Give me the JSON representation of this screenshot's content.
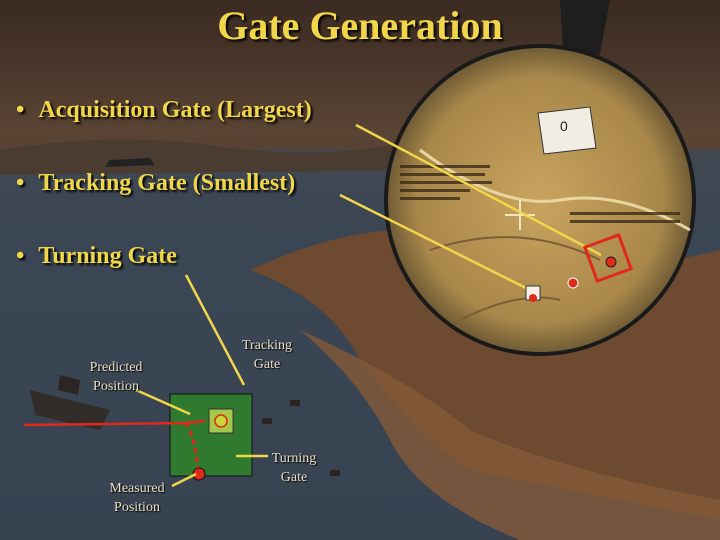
{
  "slide": {
    "title": "Gate Generation",
    "bullets": [
      "Acquisition Gate (Largest)",
      "Tracking Gate (Smallest)",
      "Turning Gate"
    ],
    "labels": {
      "predicted_position": "Predicted Position",
      "tracking_gate": "Tracking Gate",
      "measured_position": "Measured Position",
      "turning_gate": "Turning Gate"
    },
    "scope_readout": "0",
    "colors": {
      "title": "#f2d64a",
      "callout_line": "#f2d64a",
      "gate": "#e0281b",
      "gate_box": "#3aa33a"
    },
    "background": "painted coastal battle scene with magnified map scope",
    "scope_icon": "magnifier-lens-icon"
  }
}
